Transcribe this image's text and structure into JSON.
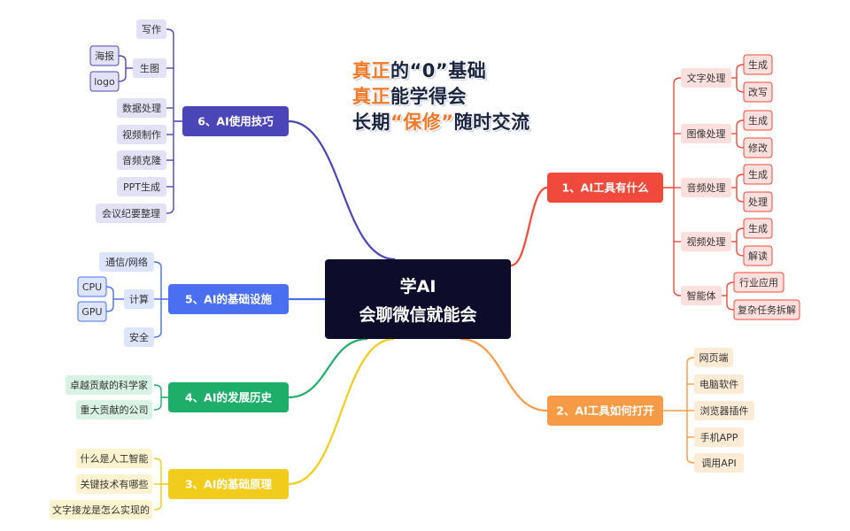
{
  "colors": {
    "root": "#0d0d2b",
    "b1": "#ef4a3c",
    "b1_light": "#fde0dd",
    "b2": "#f79a45",
    "b2_light": "#fdebd6",
    "b3": "#f2cc1c",
    "b3_light": "#fdf4cf",
    "b4": "#1fae6a",
    "b4_light": "#d8f2e3",
    "b5": "#4a6ff0",
    "b5_light": "#dce5fc",
    "b6": "#4b46b8",
    "b6_light": "#e2e1f6",
    "accent_text": "#f07a2a"
  },
  "slogan": {
    "line1_hl": "真正",
    "line1_rest": "的“0”基础",
    "line2_hl": "真正",
    "line2_rest": "能学得会",
    "line3_a": "长期",
    "line3_hl": "“保修”",
    "line3_b": "随时交流"
  },
  "root": {
    "line1": "学AI",
    "line2": "会聊微信就能会"
  },
  "branches": [
    {
      "label": "1、AI工具有什么",
      "children": [
        {
          "label": "文字处理",
          "children": [
            "生成",
            "改写"
          ]
        },
        {
          "label": "图像处理",
          "children": [
            "生成",
            "修改"
          ]
        },
        {
          "label": "音频处理",
          "children": [
            "生成",
            "处理"
          ]
        },
        {
          "label": "视频处理",
          "children": [
            "生成",
            "解读"
          ]
        },
        {
          "label": "智能体",
          "children": [
            "行业应用",
            "复杂任务拆解"
          ]
        }
      ]
    },
    {
      "label": "2、AI工具如何打开",
      "children": [
        "网页端",
        "电脑软件",
        "浏览器插件",
        "手机APP",
        "调用API"
      ]
    },
    {
      "label": "3、AI的基础原理",
      "children": [
        "什么是人工智能",
        "关键技术有哪些",
        "文字接龙是怎么实现的"
      ]
    },
    {
      "label": "4、AI的发展历史",
      "children": [
        "卓越贡献的科学家",
        "重大贡献的公司"
      ]
    },
    {
      "label": "5、AI的基础设施",
      "children": [
        {
          "label": "通信/网络"
        },
        {
          "label": "计算",
          "children": [
            "CPU",
            "GPU"
          ]
        },
        {
          "label": "安全"
        }
      ]
    },
    {
      "label": "6、AI使用技巧",
      "children": [
        {
          "label": "写作"
        },
        {
          "label": "生图",
          "children": [
            "海报",
            "logo"
          ]
        },
        {
          "label": "数据处理"
        },
        {
          "label": "视频制作"
        },
        {
          "label": "音频克隆"
        },
        {
          "label": "PPT生成"
        },
        {
          "label": "会议纪要整理"
        }
      ]
    }
  ]
}
